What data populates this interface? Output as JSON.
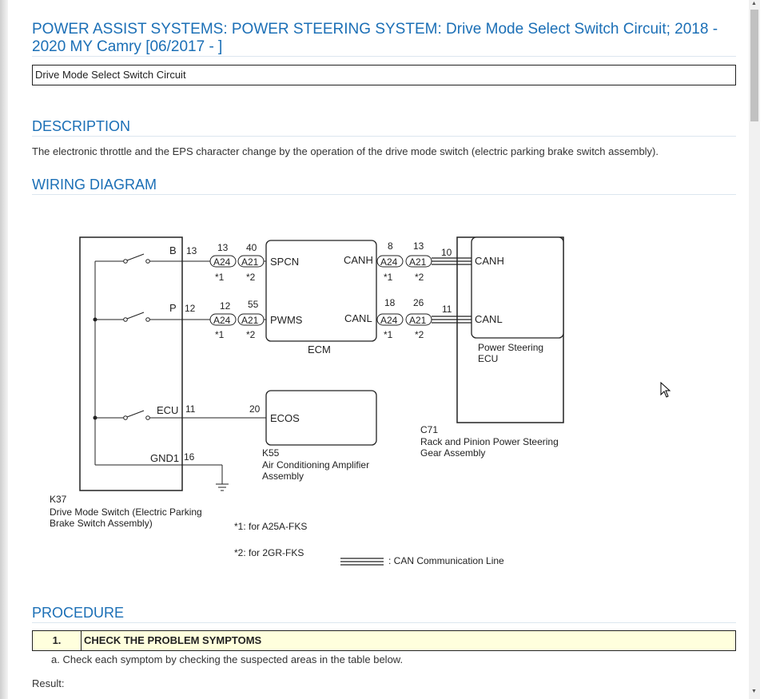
{
  "page": {
    "title": "POWER ASSIST SYSTEMS: POWER STEERING SYSTEM: Drive Mode Select Switch Circuit; 2018 - 2020 MY Camry [06/2017 -        ]",
    "subtitle": "Drive Mode Select Switch Circuit"
  },
  "description": {
    "heading": "DESCRIPTION",
    "text": "The electronic throttle and the EPS character change by the operation of the drive mode switch (electric parking brake switch assembly)."
  },
  "wiring": {
    "heading": "WIRING DIAGRAM",
    "switch": {
      "code": "K37",
      "name_line1": "Drive Mode Switch (Electric Parking",
      "name_line2": "Brake Switch Assembly)",
      "pin_b": "B",
      "pin_b_num": "13",
      "pin_p": "P",
      "pin_p_num": "12",
      "pin_ecu": "ECU",
      "pin_ecu_num": "11",
      "pin_gnd": "GND1",
      "pin_gnd_num": "16"
    },
    "ecm": {
      "label": "ECM",
      "spcn": "SPCN",
      "pwms": "PWMS",
      "canh": "CANH",
      "canl": "CANL"
    },
    "connectors": {
      "a24": "A24",
      "a21": "A21",
      "note1": "*1",
      "note2": "*2",
      "spcn_a24": "13",
      "spcn_a21": "40",
      "pwms_a24": "12",
      "pwms_a21": "55",
      "canh_a24": "8",
      "canh_a21": "13",
      "canl_a24": "18",
      "canl_a21": "26"
    },
    "ecos": {
      "label": "ECOS",
      "pin": "20"
    },
    "ac_amp": {
      "code": "K55",
      "name_line1": "Air Conditioning Amplifier",
      "name_line2": "Assembly"
    },
    "steering": {
      "canh": "CANH",
      "canl": "CANL",
      "canh_pin": "10",
      "canl_pin": "11",
      "ecu_line1": "Power Steering",
      "ecu_line2": "ECU",
      "code": "C71",
      "name_line1": "Rack and Pinion Power Steering",
      "name_line2": "Gear Assembly"
    },
    "notes": {
      "n1": "*1: for A25A-FKS",
      "n2": "*2: for 2GR-FKS",
      "can_legend": ": CAN Communication Line"
    }
  },
  "procedure": {
    "heading": "PROCEDURE",
    "step_number": "1.",
    "step_title": "CHECK THE PROBLEM SYMPTOMS",
    "step_text": "a. Check each symptom by checking the suspected areas in the table below.",
    "result_label": "Result:"
  },
  "colors": {
    "heading": "#1b6fb6",
    "procedure_row_bg": "#ffffdd"
  }
}
